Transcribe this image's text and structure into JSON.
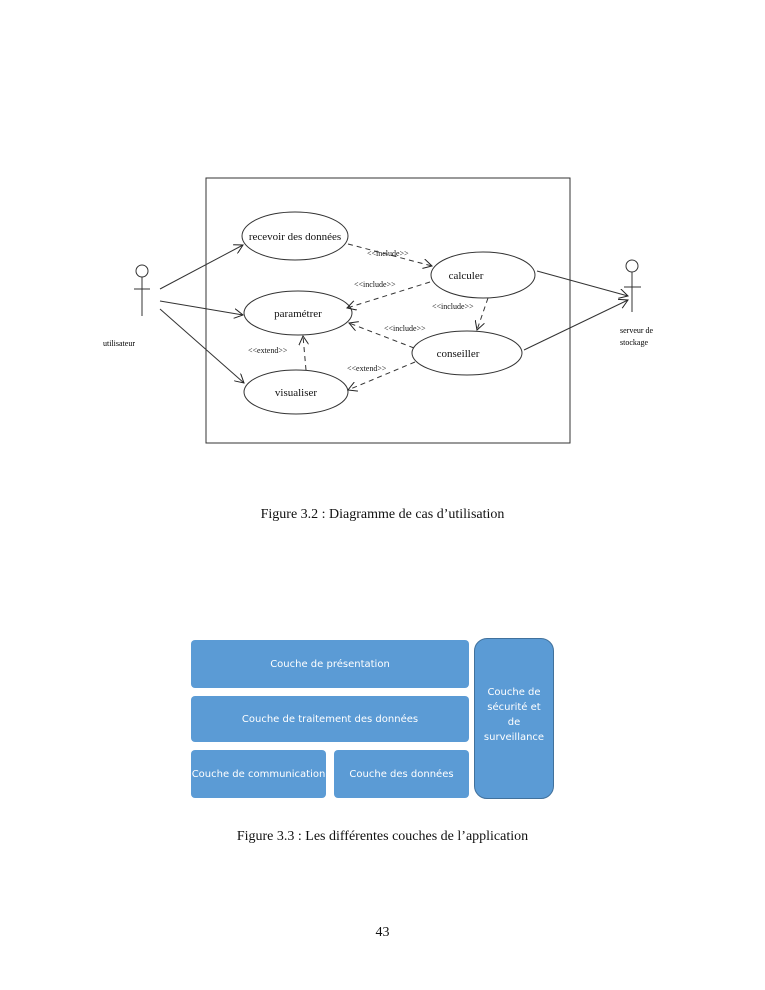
{
  "diagram1": {
    "actors": {
      "user": "utilisateur",
      "server_line1": "serveur de",
      "server_line2": "stockage"
    },
    "use_cases": {
      "receive": "recevoir des données",
      "compute": "calculer",
      "configure": "paramétrer",
      "advise": "conseiller",
      "visualize": "visualiser"
    },
    "relations": {
      "include1": "<<include>>",
      "include2": "<<include>>",
      "include3": "<<include>>",
      "include4": "<<include>>",
      "extend1": "<<extend>>",
      "extend2": "<<extend>>"
    },
    "caption": "Figure 3.2 : Diagramme de cas d’utilisation"
  },
  "diagram2": {
    "accent": "#5b9bd5",
    "layers": {
      "presentation": "Couche de présentation",
      "processing": "Couche de traitement des données",
      "communication": "Couche de communication",
      "data": "Couche des données",
      "security": "Couche de sécurité et de surveillance"
    },
    "caption": "Figure 3.3 : Les différentes couches de l’application"
  },
  "page_number": "43"
}
